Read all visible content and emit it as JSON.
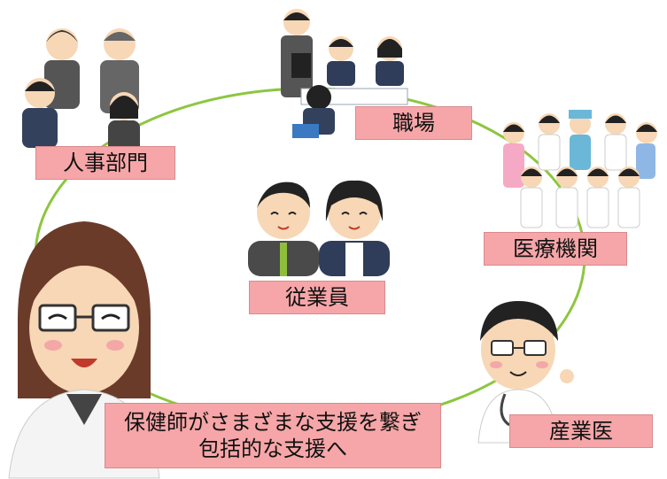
{
  "nodes": {
    "hr": {
      "label": "人事部門"
    },
    "workplace": {
      "label": "職場"
    },
    "medical": {
      "label": "医療機関"
    },
    "employees": {
      "label": "従業員"
    },
    "industrial_doctor": {
      "label": "産業医"
    },
    "nurse": {
      "label_line1": "保健師がさまざまな支援を繋ぎ",
      "label_line2": "包括的な支援へ"
    }
  },
  "colors": {
    "ring": "#8cc63f",
    "label_fill": "#f6a6a8",
    "label_border": "#d98a8d"
  }
}
